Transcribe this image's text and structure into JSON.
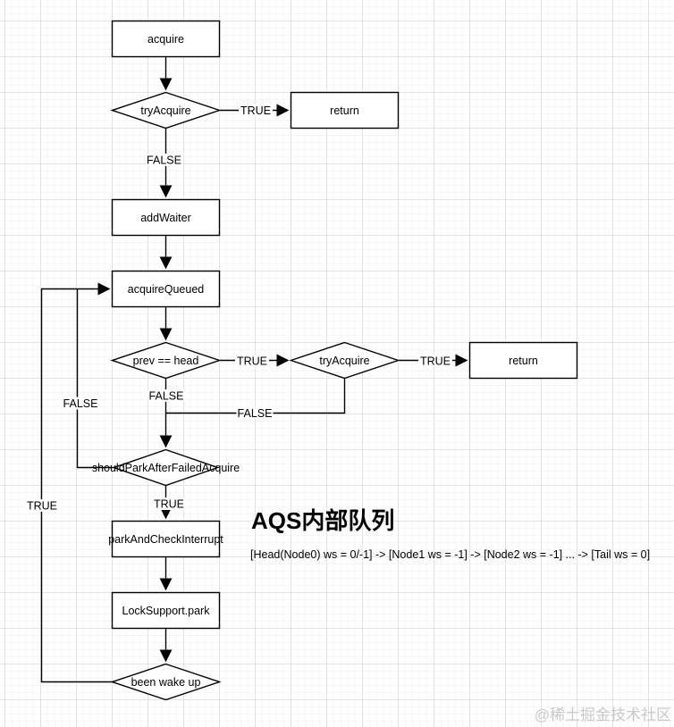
{
  "diagram": {
    "nodes": {
      "acquire": "acquire",
      "try_acquire_top": "tryAcquire",
      "return_top": "return",
      "add_waiter": "addWaiter",
      "acquire_queued": "acquireQueued",
      "prev_head": "prev == head",
      "try_acquire_mid": "tryAcquire",
      "return_mid": "return",
      "should_park": "shouldParkAfterFailedAcquire",
      "park_and_check_interrupt": "parkAndCheckInterrupt",
      "lock_support_park": "LockSupport.park",
      "been_wake_up": "been wake up"
    },
    "edge_labels": {
      "try_acquire_top_true": "TRUE",
      "try_acquire_top_false": "FALSE",
      "prev_head_true": "TRUE",
      "prev_head_false": "FALSE",
      "try_acquire_mid_true": "TRUE",
      "try_acquire_mid_false": "FALSE",
      "should_park_false": "FALSE",
      "should_park_true": "TRUE",
      "been_wake_up_true": "TRUE"
    },
    "annotation": {
      "title": "AQS内部队列",
      "queue_line": "[Head(Node0) ws = 0/-1] -> [Node1 ws = -1] -> [Node2 ws = -1] ... ->  [Tail ws = 0]"
    },
    "watermark": "@稀土掘金技术社区",
    "colors": {
      "line": "#000000",
      "node_fill": "#ffffff",
      "grid_major": "#e4e4e4",
      "grid_minor": "#f6f6f6",
      "watermark": "#c9c9c9"
    }
  }
}
